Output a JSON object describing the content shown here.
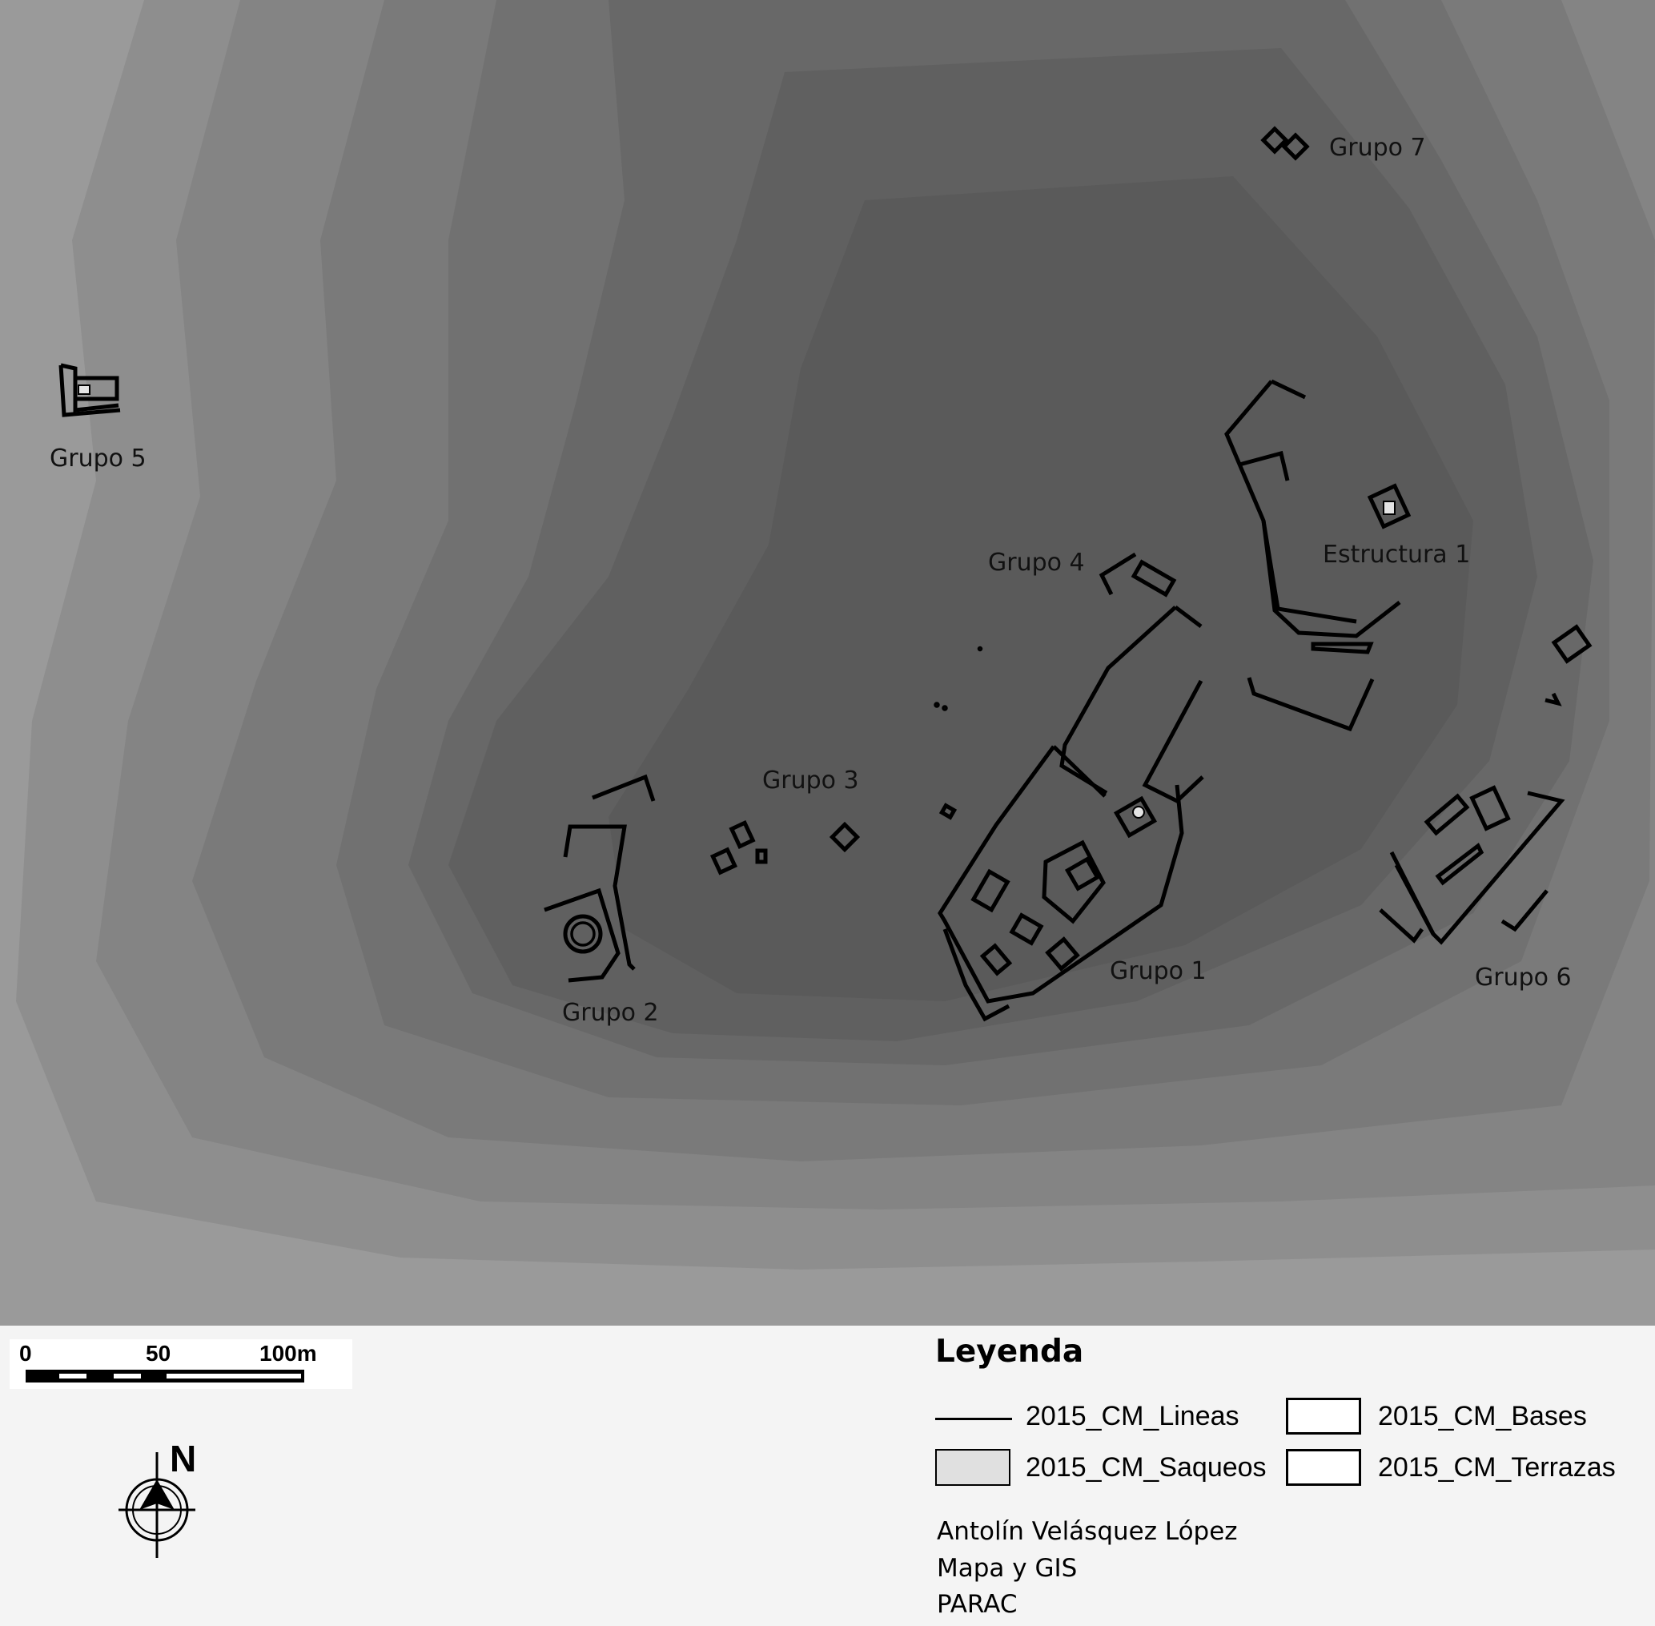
{
  "map": {
    "group_labels": {
      "grupo1": "Grupo 1",
      "grupo2": "Grupo 2",
      "grupo3": "Grupo 3",
      "grupo4": "Grupo 4",
      "grupo5": "Grupo 5",
      "grupo6": "Grupo 6",
      "grupo7": "Grupo 7",
      "estructura1": "Estructura 1"
    },
    "terrain_colors": [
      "#9a9a9a",
      "#8e8e8e",
      "#848484",
      "#7a7a7a",
      "#717171",
      "#686868",
      "#606060",
      "#5a5a5a"
    ],
    "structure_color": "#000000",
    "saqueo_color": "#e4e4e4"
  },
  "scalebar": {
    "labels": [
      "0",
      "50",
      "100m"
    ]
  },
  "north_arrow": {
    "label": "N",
    "icon": "north-arrow-compass-icon"
  },
  "legend": {
    "title": "Leyenda",
    "items": [
      {
        "label": "2015_CM_Lineas",
        "symbol": "line"
      },
      {
        "label": "2015_CM_Bases",
        "symbol": "box"
      },
      {
        "label": "2015_CM_Saqueos",
        "symbol": "box-gray"
      },
      {
        "label": "2015_CM_Terrazas",
        "symbol": "box"
      }
    ]
  },
  "credits": {
    "author": "Antolín Velásquez López",
    "line2": "Mapa y GIS",
    "line3": "PARAC"
  }
}
